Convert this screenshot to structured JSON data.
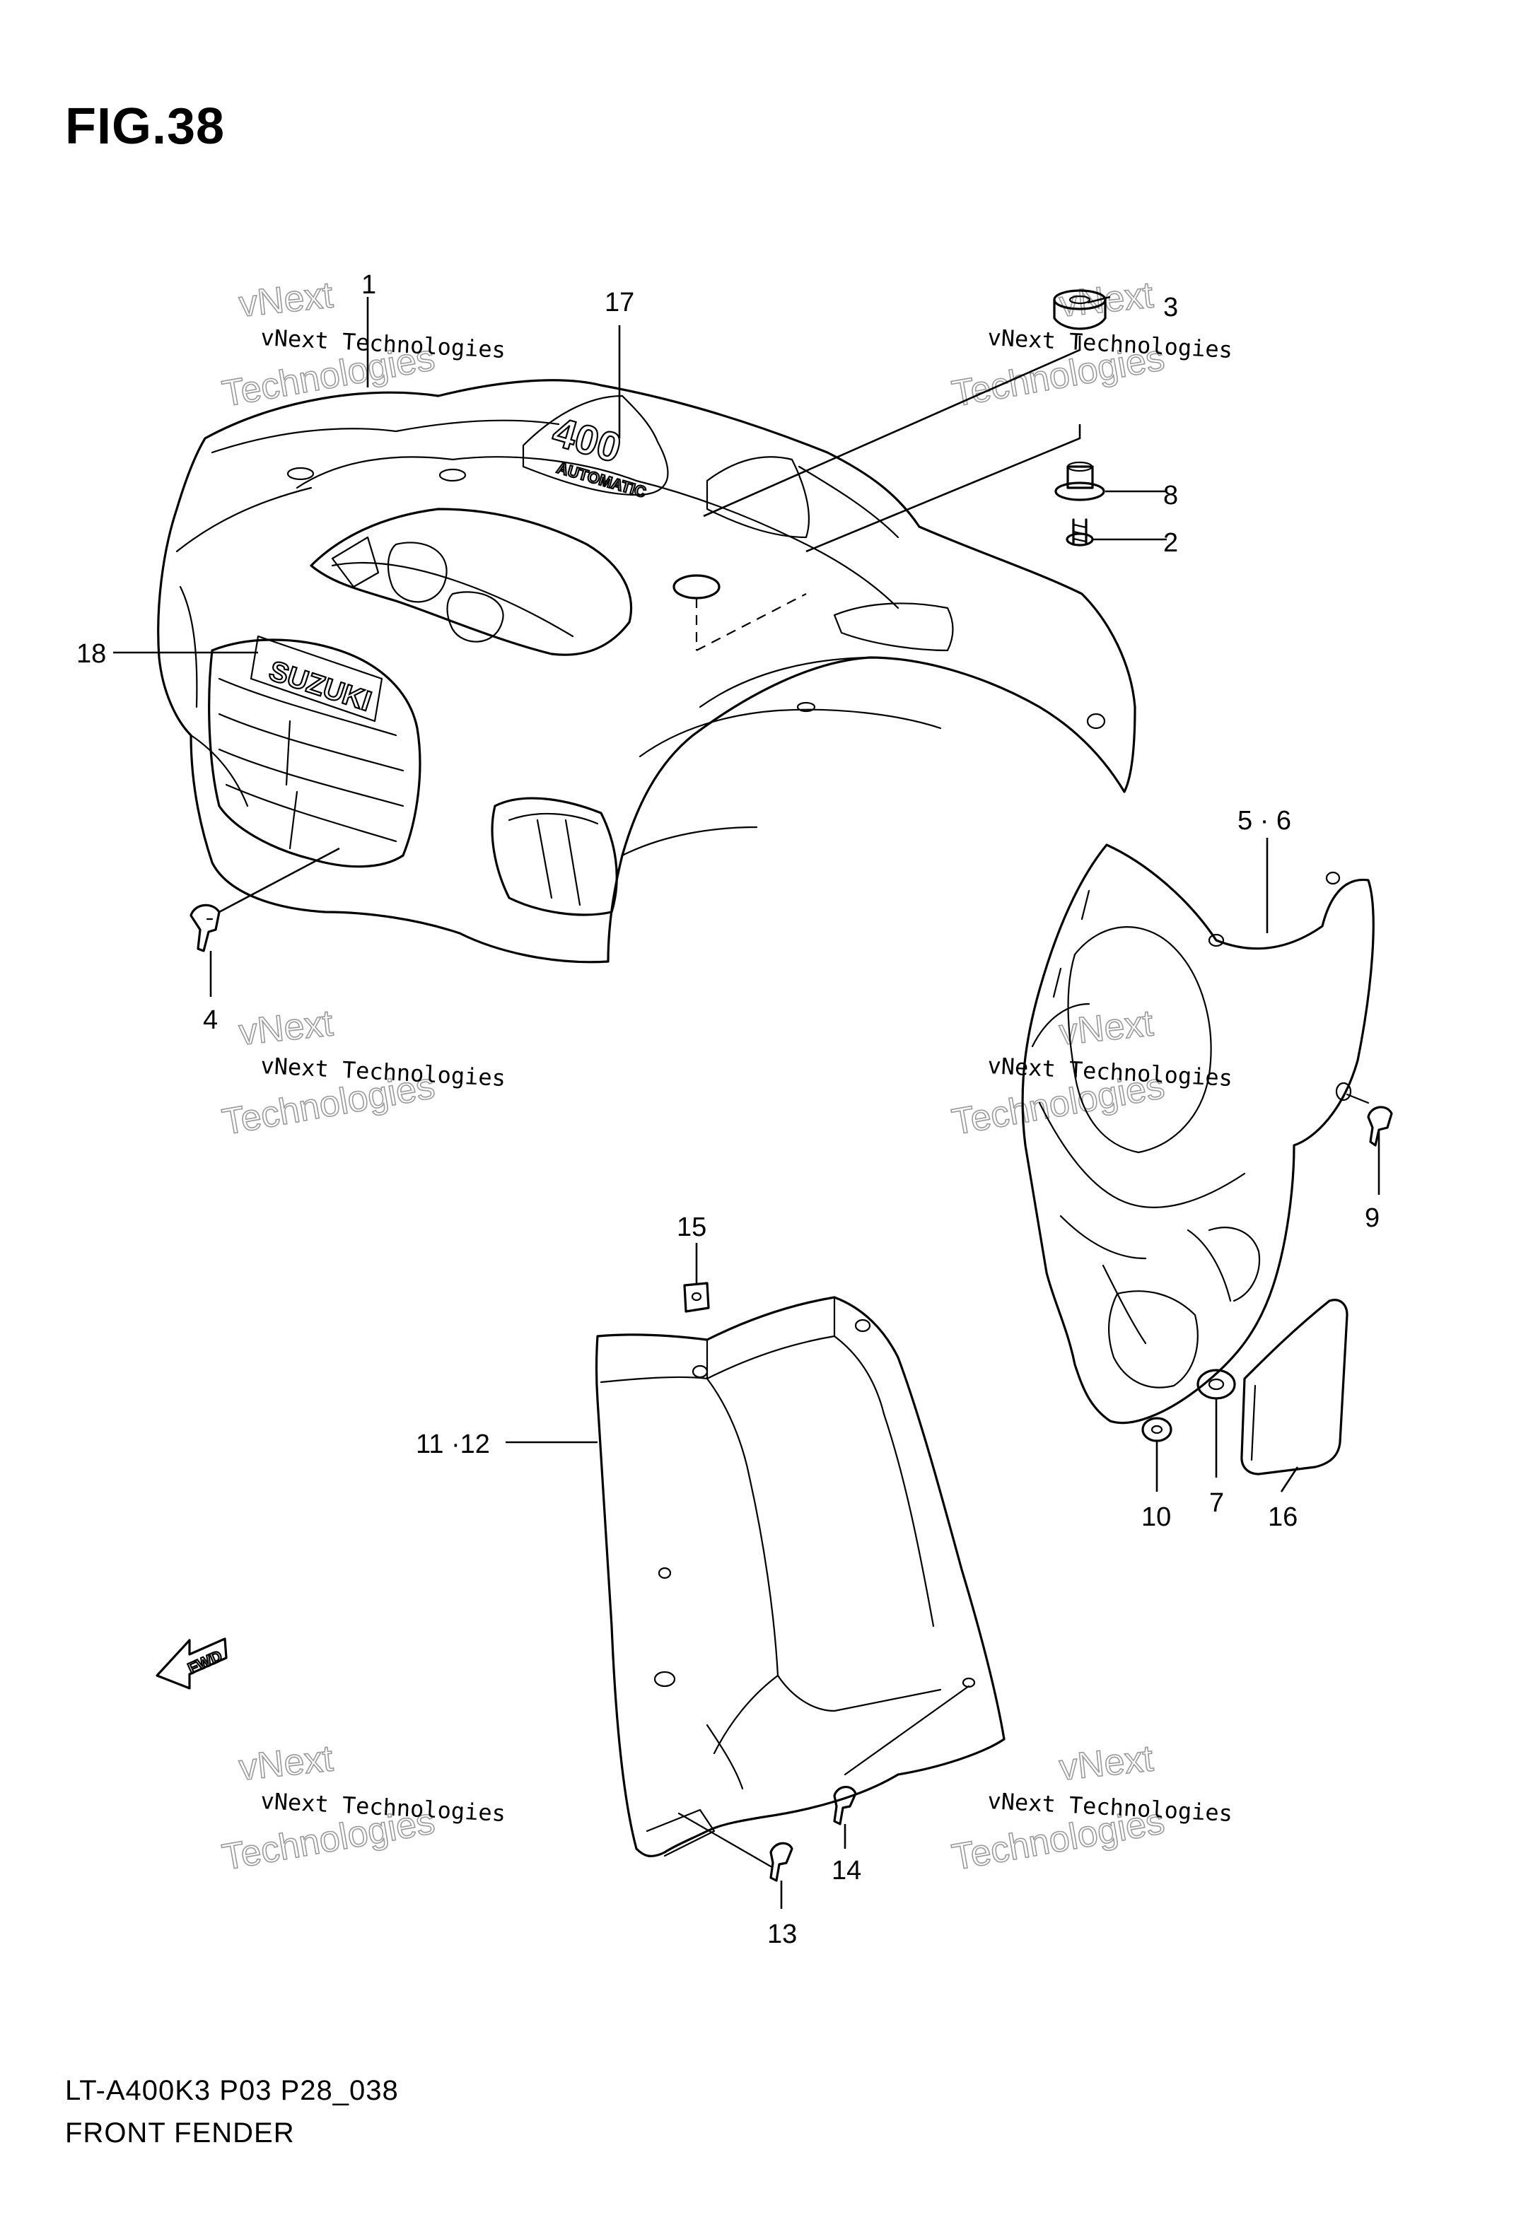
{
  "figure_label": "FIG.38",
  "footer": {
    "code": "LT-A400K3 P03 P28_038",
    "title": "FRONT FENDER"
  },
  "watermark": {
    "company": "vNext Technologies",
    "large": "Technologies",
    "small": "vNext"
  },
  "emblems": {
    "suzuki": "SUZUKI",
    "model": "400",
    "automatic": "AUTOMATIC",
    "fwd": "FWD"
  },
  "callouts": {
    "c1": "1",
    "c2": "2",
    "c3": "3",
    "c4": "4",
    "c56": "5 · 6",
    "c7": "7",
    "c8": "8",
    "c9": "9",
    "c10": "10",
    "c1112": "11 ·12",
    "c13": "13",
    "c14": "14",
    "c15": "15",
    "c16": "16",
    "c17": "17",
    "c18": "18"
  }
}
